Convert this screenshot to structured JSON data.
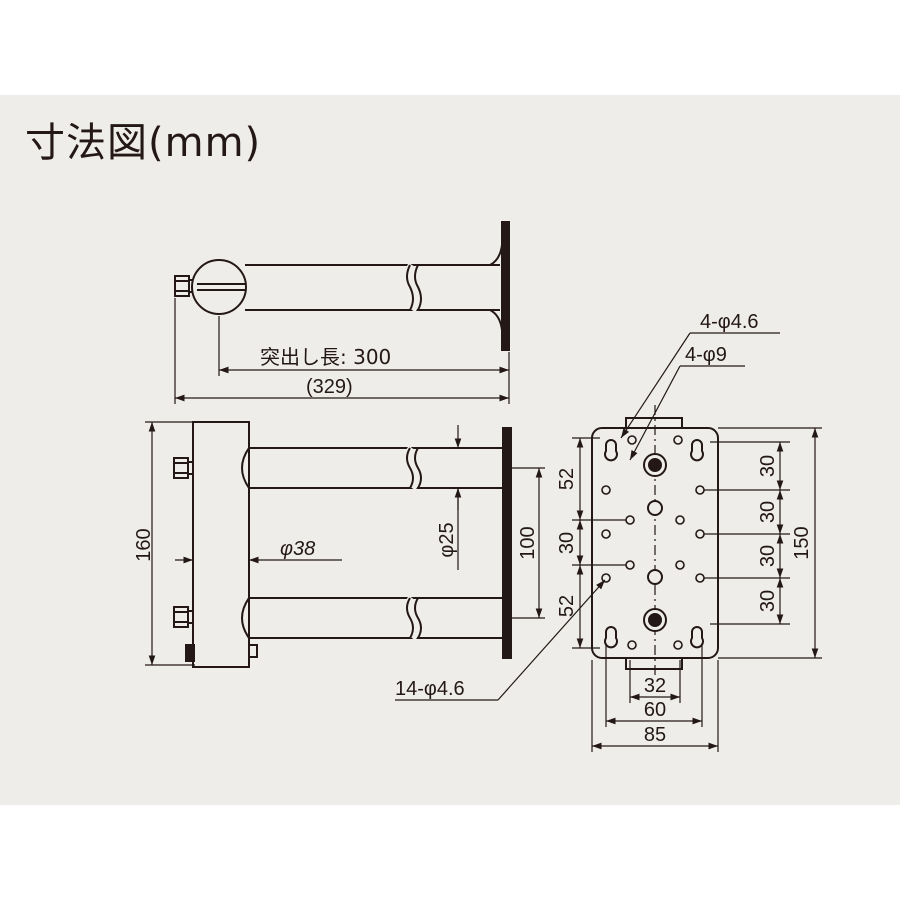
{
  "title": "寸法図(mm)",
  "dimensions": {
    "projection": "突出し長: 300",
    "overall": "(329)",
    "height_160": "160",
    "pipe_dia_38": "φ38",
    "pipe_dia_25": "φ25",
    "spacing_100": "100",
    "hole_4_46": "4-φ4.6",
    "hole_4_9": "4-φ9",
    "hole_14_46": "14-φ4.6",
    "left_52_top": "52",
    "left_30": "30",
    "left_52_bottom": "52",
    "right_30_a": "30",
    "right_30_b": "30",
    "right_30_c": "30",
    "right_30_d": "30",
    "plate_150": "150",
    "bottom_32": "32",
    "bottom_60": "60",
    "bottom_85": "85"
  },
  "colors": {
    "panel": "#efedea",
    "ink": "#231815"
  }
}
